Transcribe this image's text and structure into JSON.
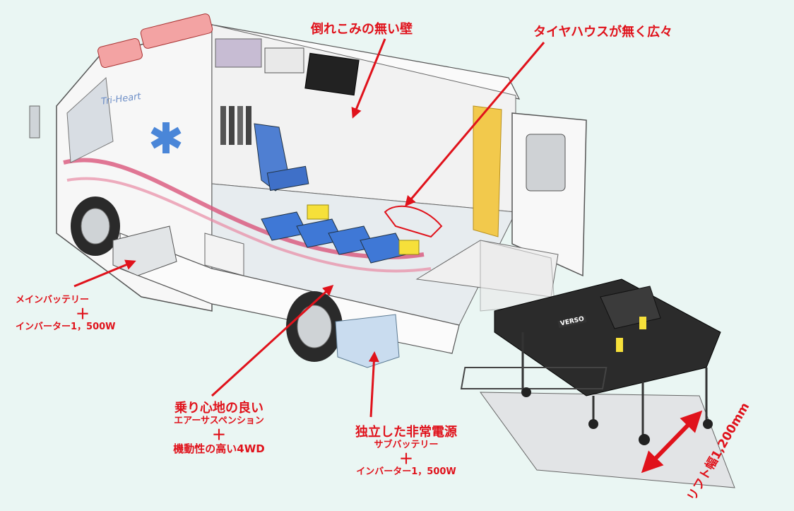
{
  "brand": "Tri-Heart",
  "stretcher_brand": "VERSO",
  "callouts": {
    "wall": "倒れこみの無い壁",
    "tirehouse": "タイヤハウスが無く広々",
    "battery_line1": "メインバッテリー",
    "battery_plus": "＋",
    "battery_line2": "インバーター1，500W",
    "suspension_line1": "乗り心地の良い",
    "suspension_line2": "エアーサスペンション",
    "suspension_plus": "＋",
    "suspension_line3": "機動性の高い4WD",
    "power_line1": "独立した非常電源",
    "power_line2": "サブバッテリー",
    "power_plus": "＋",
    "power_line3": "インバーター1，500W",
    "lift": "リフト幅1,200mm"
  },
  "colors": {
    "annotation": "#e0121b",
    "background": "#eaf6f3",
    "seat_blue": "#3f78d6",
    "stripe_pink": "#d9557a",
    "lift_yellow": "#f2c94c"
  }
}
